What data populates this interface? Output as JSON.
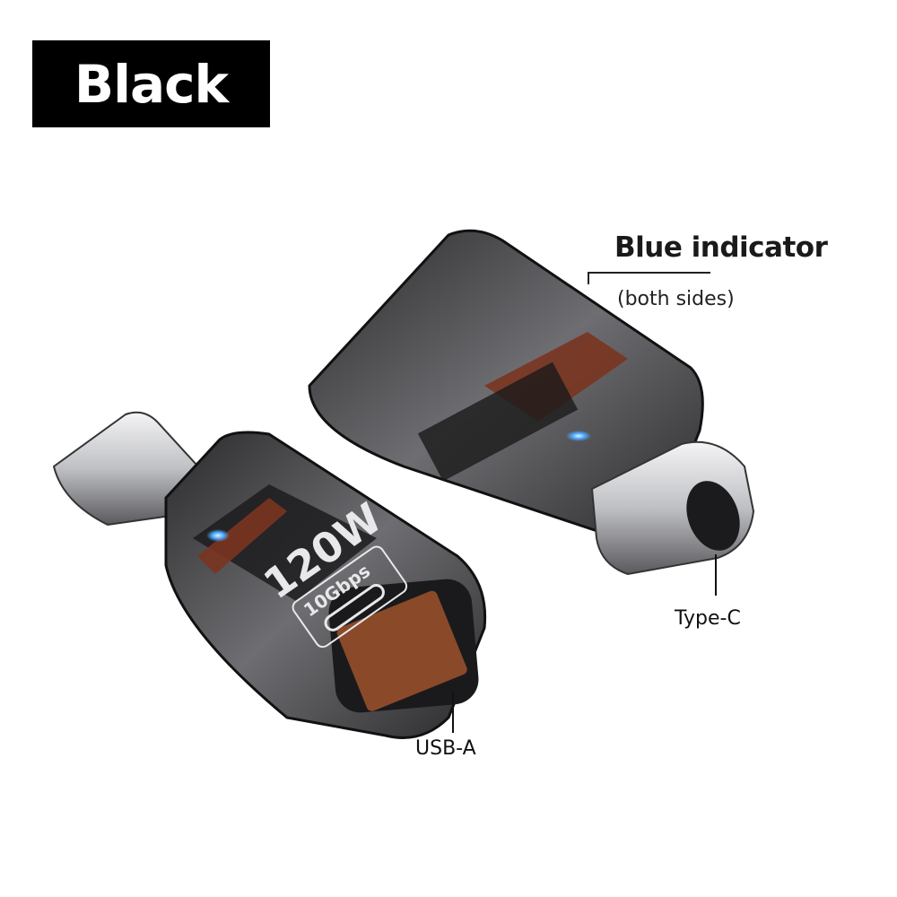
{
  "badge": {
    "label": "Black"
  },
  "callouts": {
    "indicator": {
      "title": "Blue indicator",
      "subtitle": "(both sides)"
    },
    "usb_a": {
      "label": "USB-A"
    },
    "type_c": {
      "label": "Type-C"
    }
  },
  "product": {
    "power_label": "120W",
    "speed_label": "10Gbps",
    "colors": {
      "shell": "#3a3a3c",
      "shell_highlight": "#8a8a8e",
      "band": "#7a3520",
      "led": "#4aa8ff",
      "metal": "#d8d8dc"
    }
  }
}
